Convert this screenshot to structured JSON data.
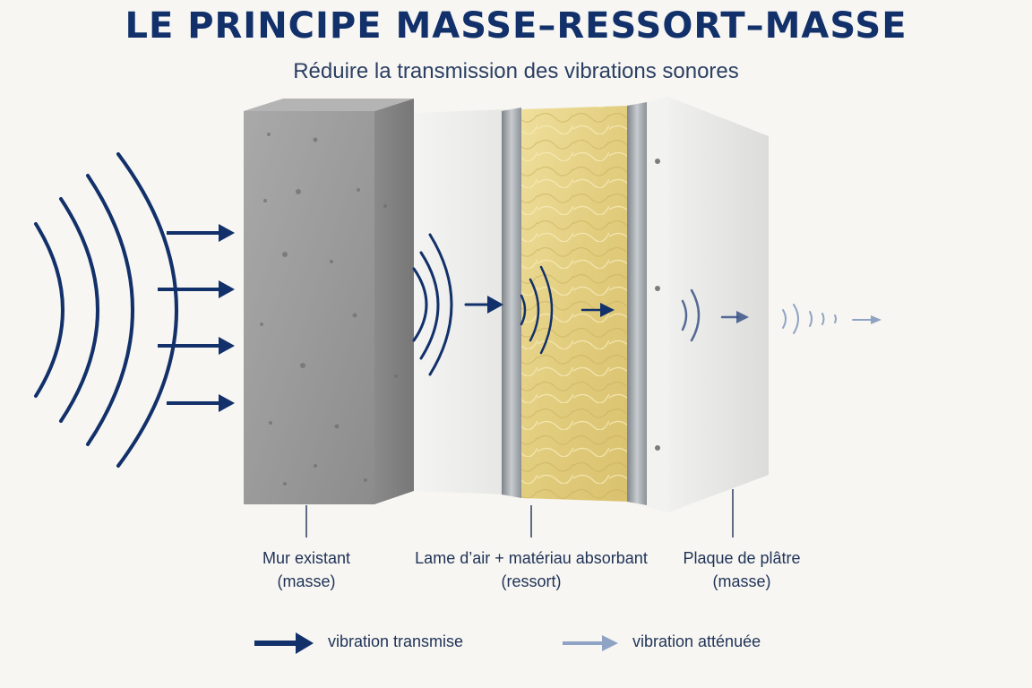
{
  "title": "LE PRINCIPE MASSE–RESSORT–MASSE",
  "subtitle": "Réduire la transmission des vibrations sonores",
  "labels": {
    "wall": {
      "line1": "Mur existant",
      "line2": "(masse)"
    },
    "air": {
      "line1": "Lame d’air + matériau absorbant",
      "line2": "(ressort)"
    },
    "plaster": {
      "line1": "Plaque de plâtre",
      "line2": "(masse)"
    }
  },
  "legend": {
    "transmitted": "vibration transmise",
    "attenuated": "vibration atténuée"
  },
  "colors": {
    "navy": "#12306a",
    "attenuated": "#8fa3c4",
    "concrete": "#9a9a9a",
    "insulation": "#e8d48c",
    "plaster": "#ececec",
    "background": "#f7f6f2"
  }
}
